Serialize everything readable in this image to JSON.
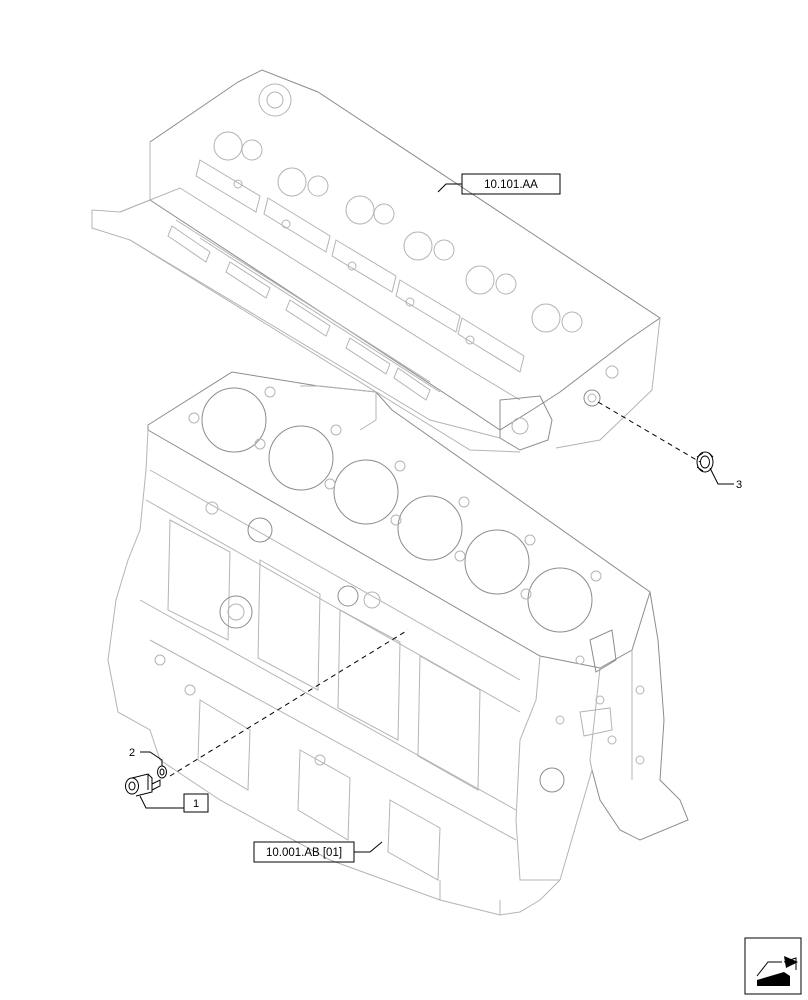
{
  "references": {
    "cylinder_head": "10.101.AA",
    "engine_block": "10.001.AB [01]"
  },
  "callouts": {
    "item_1": "1",
    "item_2": "2",
    "item_3": "3"
  },
  "icons": {
    "corner_nav": "page-corner-arrow-icon"
  }
}
